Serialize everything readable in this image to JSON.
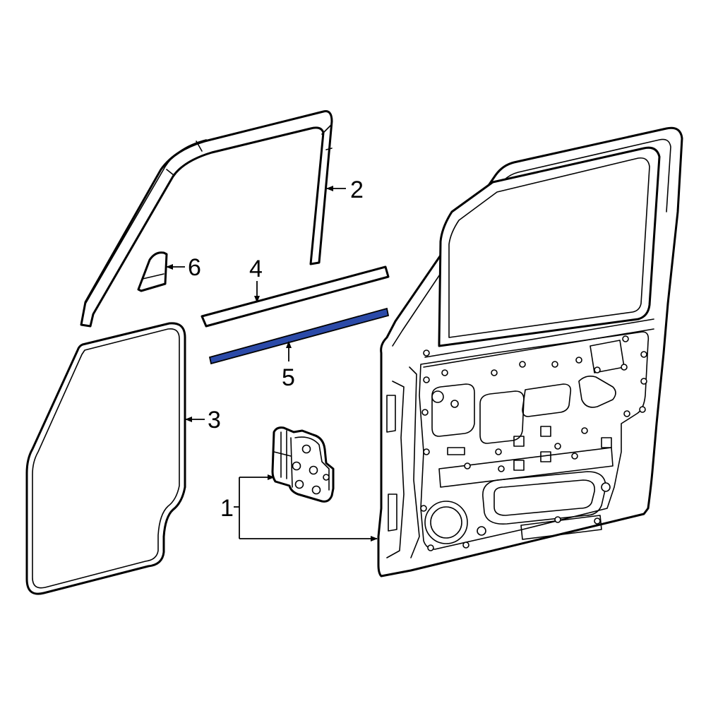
{
  "diagram": {
    "highlight_color": "#2b4aa8",
    "callouts": [
      {
        "id": "1",
        "label": "1"
      },
      {
        "id": "2",
        "label": "2"
      },
      {
        "id": "3",
        "label": "3"
      },
      {
        "id": "4",
        "label": "4"
      },
      {
        "id": "5",
        "label": "5"
      },
      {
        "id": "6",
        "label": "6"
      }
    ]
  }
}
